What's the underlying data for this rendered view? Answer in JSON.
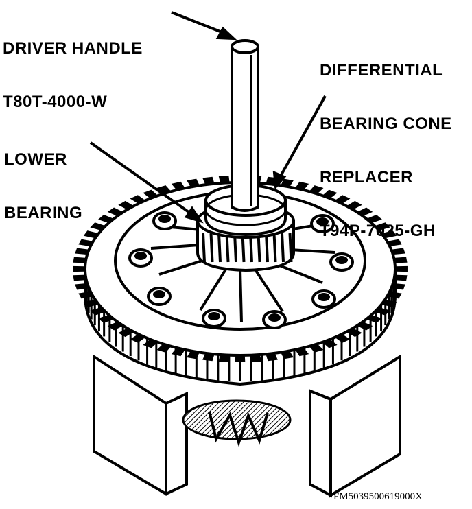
{
  "labels": {
    "driver_handle": {
      "line1": "DRIVER HANDLE",
      "line2": "T80T-4000-W"
    },
    "replacer": {
      "line1": "DIFFERENTIAL",
      "line2": "BEARING CONE",
      "line3": "REPLACER",
      "line4": "T94P-7025-GH"
    },
    "lower_bearing": {
      "line1": "LOWER",
      "line2": "BEARING"
    }
  },
  "figure_id": "FM5039500619000X",
  "colors": {
    "ink": "#000000",
    "paper": "#ffffff",
    "shade": "#7a7a7a"
  }
}
